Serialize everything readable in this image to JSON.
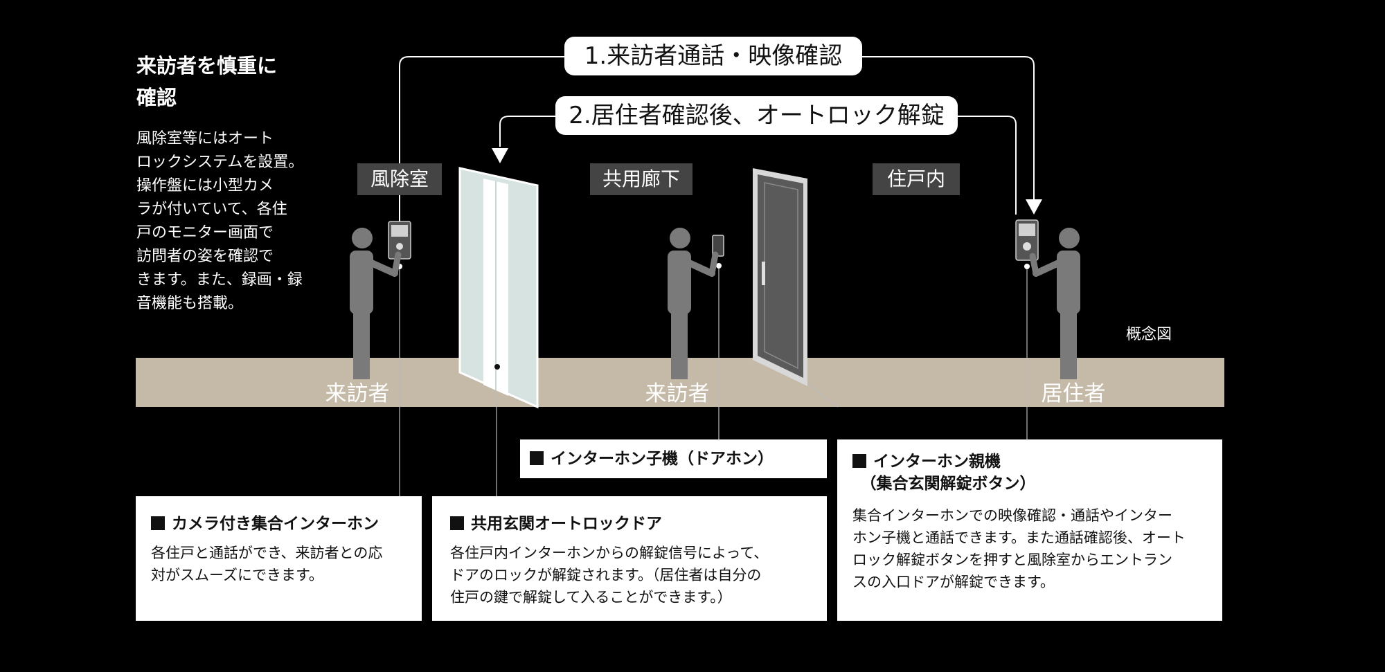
{
  "intro": {
    "title": "来訪者を慎重に\n確認",
    "body": "風除室等にはオート\nロックシステムを設置。\n操作盤には小型カメ\nラが付いていて、各住\n戸のモニター画面で\n訪問者の姿を確認で\nきます。また、録画・録\n音機能も搭載。"
  },
  "steps": {
    "step1": "1.来訪者通話・映像確認",
    "step2": "2.居住者確認後、オートロック解錠"
  },
  "areas": {
    "windbreak": "風除室",
    "corridor": "共用廊下",
    "dwelling": "住戸内"
  },
  "people": {
    "visitor_left": "来訪者",
    "visitor_mid": "来訪者",
    "resident": "居住者"
  },
  "concept_label": "概念図",
  "cards": {
    "camera_intercom": {
      "title": "カメラ付き集合インターホン",
      "body": "各住戸と通話ができ、来訪者との応\n対がスムーズにできます。"
    },
    "autolock_door": {
      "title": "共用玄関オートロックドア",
      "body": "各住戸内インターホンからの解錠信号によって、\nドアのロックが解錠されます。（居住者は自分の\n住戸の鍵で解錠して入ることができます。）"
    },
    "door_phone": {
      "title": "インターホン子機（ドアホン）"
    },
    "master_unit": {
      "title": "インターホン親機\n　（集合玄関解錠ボタン）",
      "body": "集合インターホンでの映像確認・通話やインター\nホン子機と通話できます。また通話確認後、オート\nロック解錠ボタンを押すと風除室からエントラン\nスの入口ドアが解錠できます。"
    }
  },
  "colors": {
    "background": "#000000",
    "floor": "#c5b9a7",
    "figure": "#7a7a7a",
    "label_box": "#444444",
    "glass_door": "#d6e3e1",
    "steel_door": "#5a5a5a"
  }
}
